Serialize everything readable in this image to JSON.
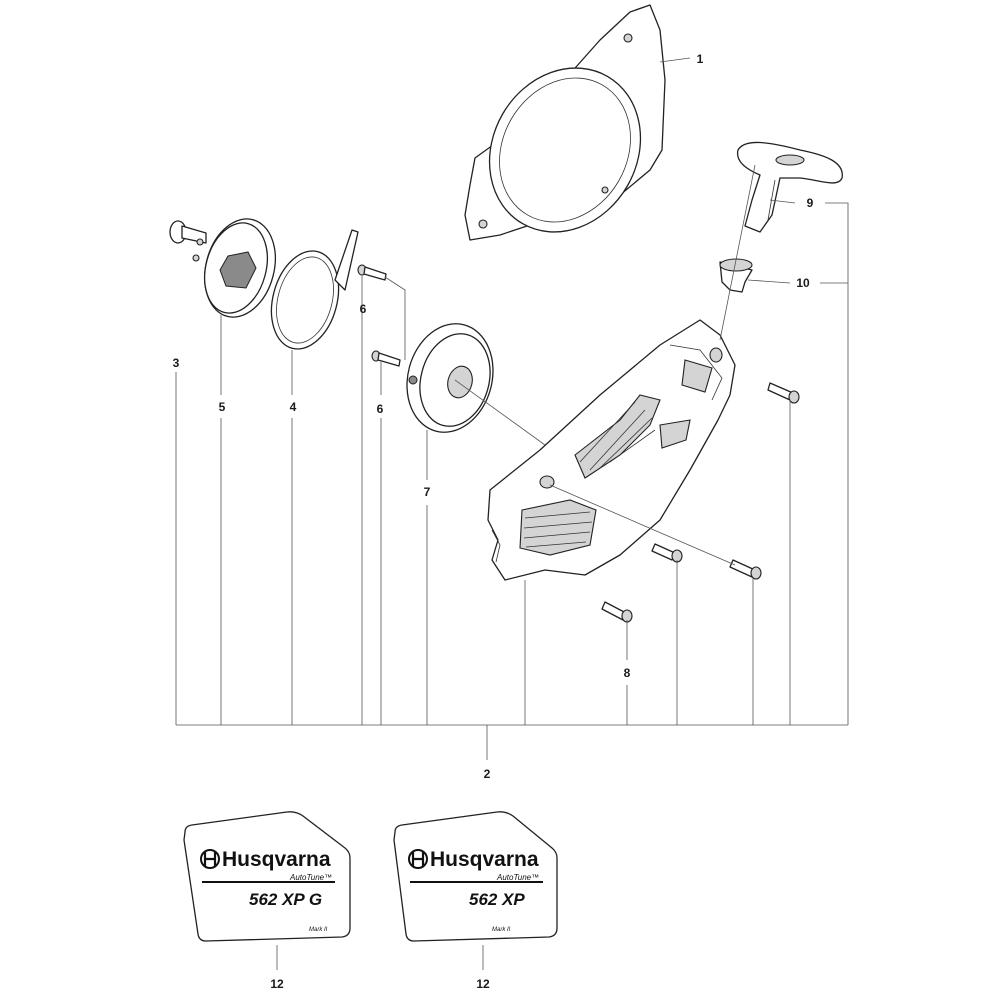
{
  "callouts": {
    "c1": "1",
    "c2": "2",
    "c3": "3",
    "c4": "4",
    "c5": "5",
    "c6a": "6",
    "c6b": "6",
    "c7": "7",
    "c8": "8",
    "c9": "9",
    "c10": "10",
    "c12a": "12",
    "c12b": "12"
  },
  "decals": [
    {
      "brand": "Husqvarna",
      "autotune": "AutoTune™",
      "model": "562 XP G",
      "mark": "Mark II"
    },
    {
      "brand": "Husqvarna",
      "autotune": "AutoTune™",
      "model": "562 XP",
      "mark": "Mark II"
    }
  ],
  "colors": {
    "line": "#222222",
    "fill_grey": "#d4d4d4",
    "background": "#ffffff"
  }
}
